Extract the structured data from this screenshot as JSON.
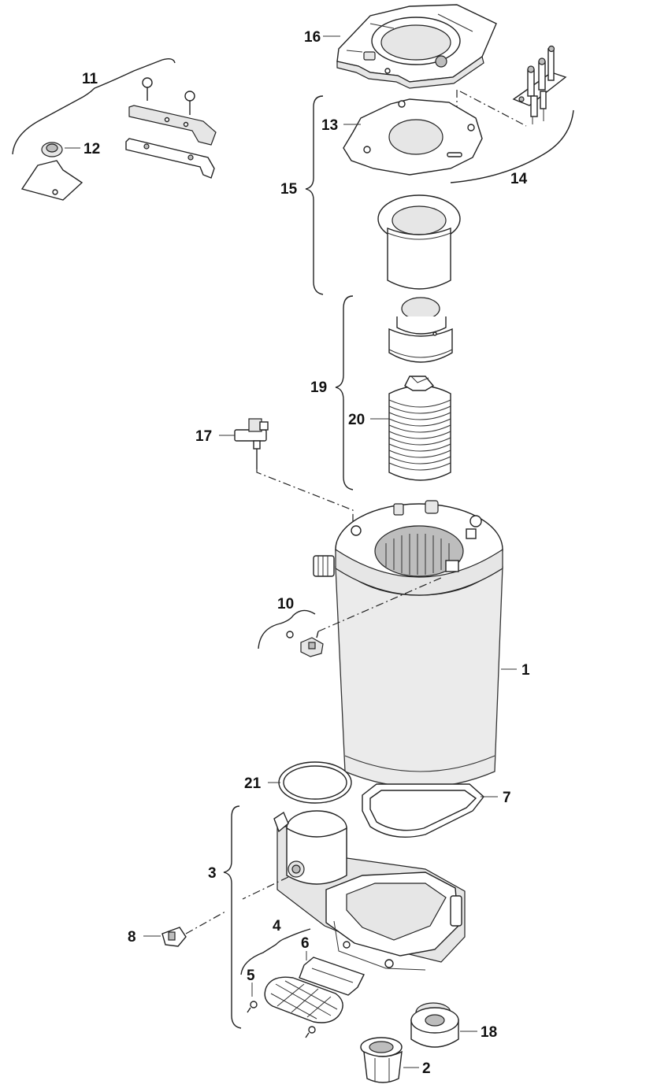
{
  "callouts": [
    {
      "id": "1",
      "text": "1"
    },
    {
      "id": "2",
      "text": "2"
    },
    {
      "id": "3",
      "text": "3"
    },
    {
      "id": "4",
      "text": "4"
    },
    {
      "id": "5",
      "text": "5"
    },
    {
      "id": "6",
      "text": "6"
    },
    {
      "id": "7",
      "text": "7"
    },
    {
      "id": "8",
      "text": "8"
    },
    {
      "id": "10",
      "text": "10"
    },
    {
      "id": "11",
      "text": "11"
    },
    {
      "id": "12",
      "text": "12"
    },
    {
      "id": "13",
      "text": "13"
    },
    {
      "id": "14",
      "text": "14"
    },
    {
      "id": "15",
      "text": "15"
    },
    {
      "id": "16",
      "text": "16"
    },
    {
      "id": "17",
      "text": "17"
    },
    {
      "id": "18",
      "text": "18"
    },
    {
      "id": "19",
      "text": "19"
    },
    {
      "id": "20",
      "text": "20"
    },
    {
      "id": "21",
      "text": "21"
    }
  ]
}
